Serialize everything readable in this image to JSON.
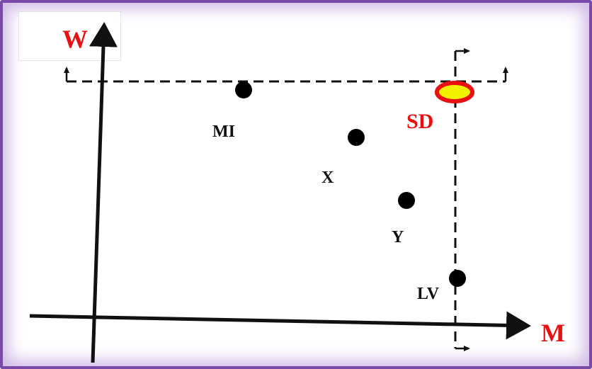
{
  "axes": {
    "y_label": "W",
    "x_label": "M"
  },
  "points": [
    {
      "id": "mi",
      "label": "MI"
    },
    {
      "id": "x",
      "label": "X"
    },
    {
      "id": "y",
      "label": "Y"
    },
    {
      "id": "lv",
      "label": "LV"
    }
  ],
  "highlight": {
    "label": "SD",
    "ring_color": "#e81010",
    "fill_color": "#f2f200"
  },
  "colors": {
    "frame": "#7a4aa8",
    "axis_label": "#e81010",
    "line": "#111111"
  }
}
